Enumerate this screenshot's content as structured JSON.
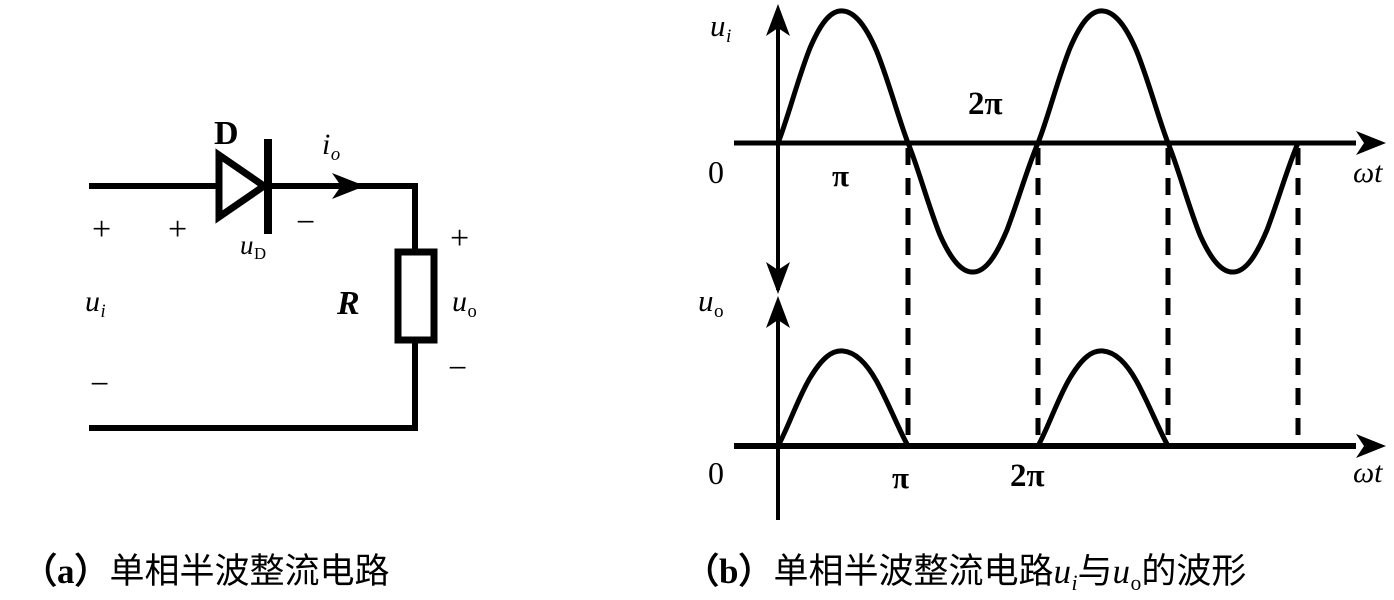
{
  "figure": {
    "title": "单相半波整流电路与波形",
    "panels": [
      {
        "tag": "（a）",
        "caption": "单相半波整流电路"
      },
      {
        "tag": "（b）",
        "caption_prefix": "单相半波整流电路",
        "caption_var1": "u",
        "caption_var1_sub": "i",
        "caption_mid": "与",
        "caption_var2": "u",
        "caption_var2_sub": "o",
        "caption_suffix": "的波形"
      }
    ]
  },
  "circuit": {
    "diode_label": "D",
    "diode_voltage": {
      "symbol": "u",
      "subscript": "D"
    },
    "current_label": {
      "symbol": "i",
      "subscript": "o"
    },
    "source_voltage": {
      "symbol": "u",
      "subscript": "i"
    },
    "output_voltage": {
      "symbol": "u",
      "subscript": "o"
    },
    "resistor_label": "R",
    "polarity": {
      "source_plus": "+",
      "source_minus": "−",
      "diode_plus": "+",
      "diode_minus": "−",
      "output_plus": "+",
      "output_minus": "−"
    }
  },
  "waveforms": {
    "top": {
      "axis_label": {
        "symbol": "u",
        "subscript": "i"
      },
      "origin_label": "0",
      "x_axis_label": "ωt",
      "ticks": [
        "π",
        "2π"
      ]
    },
    "bottom": {
      "axis_label": {
        "symbol": "u",
        "subscript": "o"
      },
      "origin_label": "0",
      "x_axis_label": "ωt",
      "ticks": [
        "π",
        "2π"
      ]
    }
  },
  "colors": {
    "ink": "#000000",
    "background": "#ffffff"
  },
  "chart_data": [
    {
      "type": "line",
      "name": "input-sine-wave",
      "title": "",
      "xlabel": "ωt",
      "ylabel": "u_i",
      "x_tick_labels": [
        "0",
        "π",
        "2π"
      ],
      "x_tick_values": [
        0,
        3.14159,
        6.28319
      ],
      "xlim": [
        0,
        13.6
      ],
      "ylim": [
        -1.15,
        1.15
      ],
      "grid": false,
      "description": "Two full cycles of a sinusoid u_i = Um*sin(ωt) from 0 to 4π",
      "series": [
        {
          "name": "u_i",
          "formula": "sin(x)",
          "x": [
            0,
            0.785,
            1.571,
            2.356,
            3.142,
            3.927,
            4.712,
            5.498,
            6.283,
            7.069,
            7.854,
            8.639,
            9.425,
            10.21,
            10.996,
            11.781,
            12.566
          ],
          "values": [
            0,
            0.707,
            1,
            0.707,
            0,
            -0.707,
            -1,
            -0.707,
            0,
            0.707,
            1,
            0.707,
            0,
            -0.707,
            -1,
            -0.707,
            0
          ]
        }
      ]
    },
    {
      "type": "line",
      "name": "rectified-output-wave",
      "title": "",
      "xlabel": "ωt",
      "ylabel": "u_o",
      "x_tick_labels": [
        "0",
        "π",
        "2π"
      ],
      "x_tick_values": [
        0,
        3.14159,
        6.28319
      ],
      "xlim": [
        0,
        13.6
      ],
      "ylim": [
        0,
        1.15
      ],
      "grid": false,
      "description": "Half-wave rectified output: positive half-cycles of the sinusoid, zero during negative half-cycles",
      "series": [
        {
          "name": "u_o",
          "formula": "max(sin(x), 0)",
          "x": [
            0,
            0.785,
            1.571,
            2.356,
            3.142,
            3.927,
            4.712,
            5.498,
            6.283,
            7.069,
            7.854,
            8.639,
            9.425,
            10.21,
            10.996,
            11.781,
            12.566
          ],
          "values": [
            0,
            0.707,
            1,
            0.707,
            0,
            0,
            0,
            0,
            0,
            0.707,
            1,
            0.707,
            0,
            0,
            0,
            0,
            0
          ]
        }
      ]
    }
  ]
}
